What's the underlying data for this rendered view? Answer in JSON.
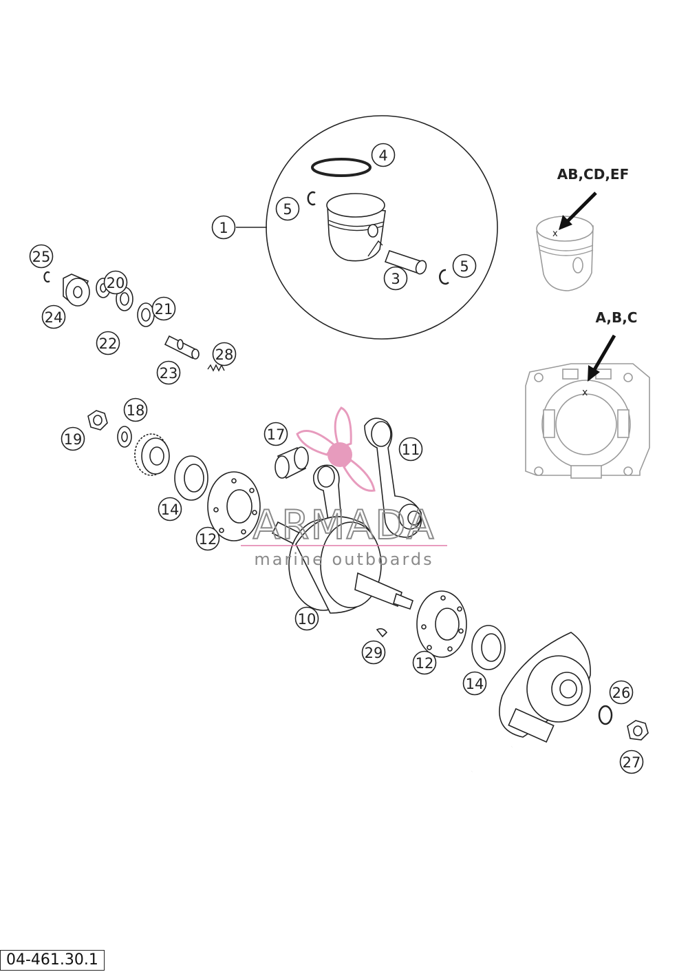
{
  "diagram": {
    "callouts": [
      {
        "id": "c1",
        "label": "1"
      },
      {
        "id": "c3",
        "label": "3"
      },
      {
        "id": "c4",
        "label": "4"
      },
      {
        "id": "c5a",
        "label": "5"
      },
      {
        "id": "c5b",
        "label": "5"
      },
      {
        "id": "c10",
        "label": "10"
      },
      {
        "id": "c11",
        "label": "11"
      },
      {
        "id": "c12a",
        "label": "12"
      },
      {
        "id": "c12b",
        "label": "12"
      },
      {
        "id": "c14a",
        "label": "14"
      },
      {
        "id": "c14b",
        "label": "14"
      },
      {
        "id": "c17",
        "label": "17"
      },
      {
        "id": "c18",
        "label": "18"
      },
      {
        "id": "c19",
        "label": "19"
      },
      {
        "id": "c20",
        "label": "20"
      },
      {
        "id": "c21",
        "label": "21"
      },
      {
        "id": "c22",
        "label": "22"
      },
      {
        "id": "c23",
        "label": "23"
      },
      {
        "id": "c24",
        "label": "24"
      },
      {
        "id": "c25",
        "label": "25"
      },
      {
        "id": "c26",
        "label": "26"
      },
      {
        "id": "c27",
        "label": "27"
      },
      {
        "id": "c28",
        "label": "28"
      },
      {
        "id": "c29",
        "label": "29"
      }
    ],
    "annotations": {
      "piston_marking": "AB,CD,EF",
      "cylinder_marking": "A,B,C",
      "mark_symbol": "x"
    }
  },
  "watermark": {
    "brand": "ARMADA",
    "tagline": "marine outboards"
  },
  "reference_code": "04-461.30.1"
}
